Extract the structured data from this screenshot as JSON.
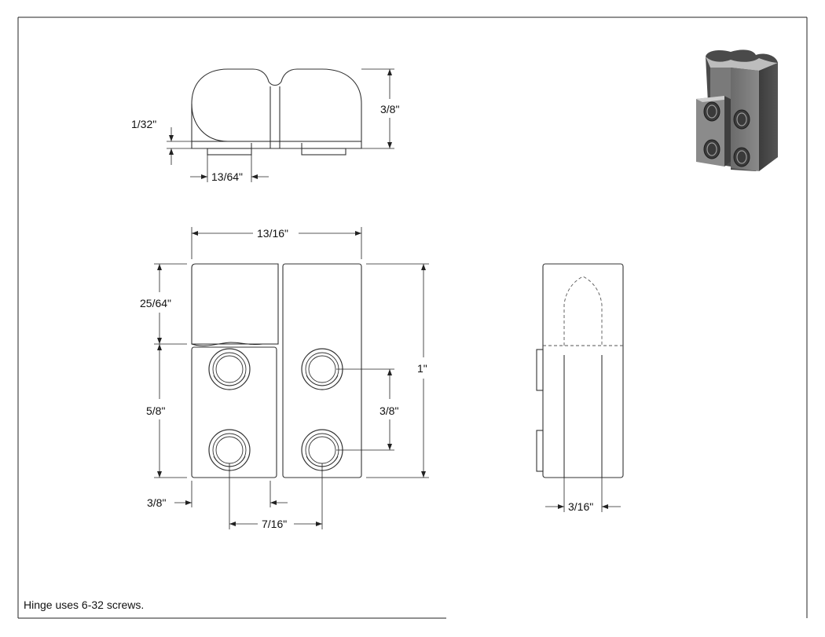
{
  "drawing": {
    "dimensions": {
      "top_thickness": "1/32\"",
      "top_height": "3/8\"",
      "top_pin_width": "13/64\"",
      "front_width": "13/16\"",
      "front_top_height": "25/64\"",
      "front_lower_height": "5/8\"",
      "front_total_height": "1\"",
      "hole_spacing_vertical": "3/8\"",
      "hole_edge_offset": "3/8\"",
      "hole_spacing_horizontal": "7/16\"",
      "side_hole_width": "3/16\""
    },
    "note": "Hinge uses 6-32 screws."
  }
}
